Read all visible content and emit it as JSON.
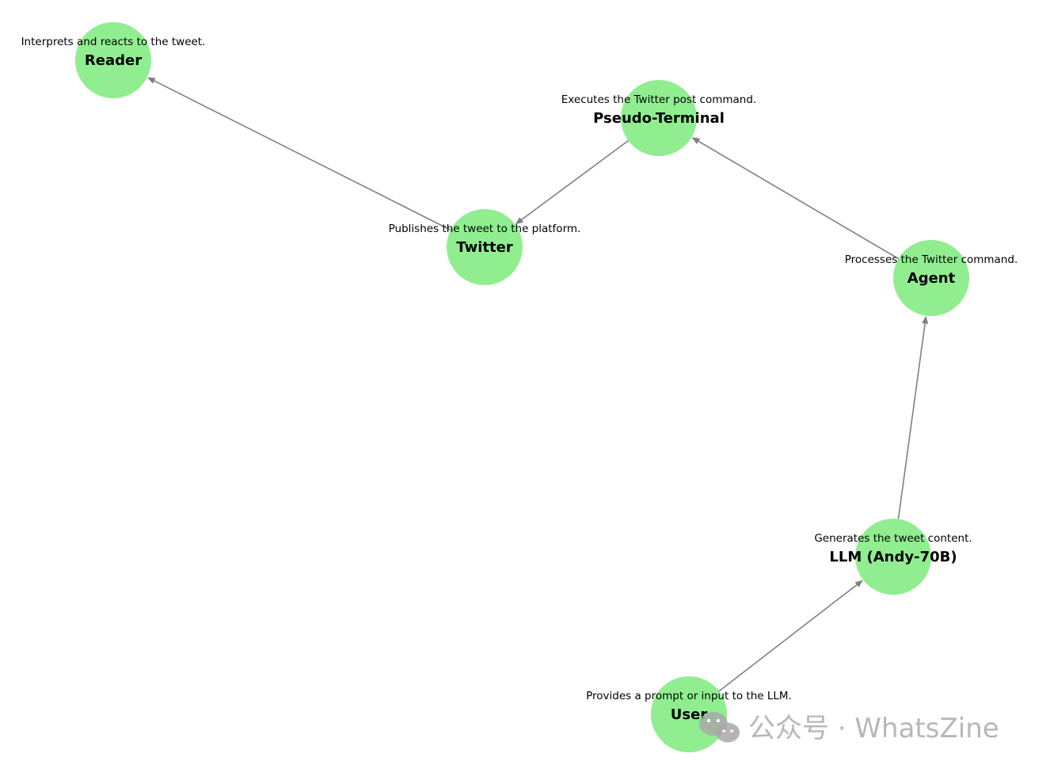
{
  "diagram": {
    "type": "directed-graph",
    "node_color": "#90ee90",
    "edge_color": "#808080",
    "nodes": [
      {
        "id": "reader",
        "label": "Reader",
        "description": "Interprets and reacts to the tweet."
      },
      {
        "id": "pseudo-terminal",
        "label": "Pseudo-Terminal",
        "description": "Executes the Twitter post command."
      },
      {
        "id": "twitter",
        "label": "Twitter",
        "description": "Publishes the tweet to the platform."
      },
      {
        "id": "agent",
        "label": "Agent",
        "description": "Processes the Twitter command."
      },
      {
        "id": "llm",
        "label": "LLM (Andy-70B)",
        "description": "Generates the tweet content."
      },
      {
        "id": "user",
        "label": "User",
        "description": "Provides a prompt or input to the LLM."
      }
    ],
    "edges": [
      {
        "from": "user",
        "to": "llm"
      },
      {
        "from": "llm",
        "to": "agent"
      },
      {
        "from": "agent",
        "to": "pseudo-terminal"
      },
      {
        "from": "pseudo-terminal",
        "to": "twitter"
      },
      {
        "from": "twitter",
        "to": "reader"
      }
    ]
  },
  "watermark": {
    "text": "公众号 · WhatsZine",
    "icon": "wechat-icon"
  }
}
